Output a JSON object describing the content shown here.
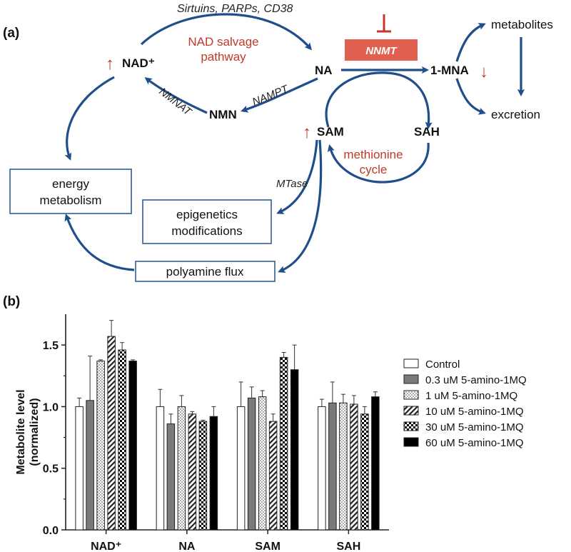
{
  "colors": {
    "arrow": "#1f4e8a",
    "red": "#c0392b",
    "nnmt_fill": "#e06050",
    "box_border": "#2e5f95",
    "text": "#111111"
  },
  "panel_a": {
    "label": "(a)",
    "nodes": {
      "nad": "NAD⁺",
      "na": "NA",
      "nmn": "NMN",
      "mna": "1-MNA",
      "sam": "SAM",
      "sah": "SAH",
      "metabolites": "metabolites",
      "excretion": "excretion",
      "nnmt": "NNMT"
    },
    "enzymes": {
      "sirtuins": "Sirtuins, PARPs, CD38",
      "nmnat": "NMNAT",
      "nampt": "NAMPT",
      "mtase": "MTase"
    },
    "pathways": {
      "salvage_1": "NAD salvage",
      "salvage_2": "pathway",
      "methionine_1": "methionine",
      "methionine_2": "cycle"
    },
    "boxes": {
      "energy_1": "energy",
      "energy_2": "metabolism",
      "epi_1": "epigenetics",
      "epi_2": "modifications",
      "polyamine": "polyamine flux"
    },
    "indicators": {
      "up": "↑",
      "down": "↓",
      "inhibit": "⊥"
    }
  },
  "chart_data": {
    "panel_label": "(b)",
    "type": "bar",
    "categories": [
      "NAD⁺",
      "NA",
      "SAM",
      "SAH"
    ],
    "ylabel_1": "Metabolite level",
    "ylabel_2": "(normalized)",
    "ylim": [
      0,
      1.75
    ],
    "yticks": [
      "0.0",
      "0.5",
      "1.0",
      "1.5"
    ],
    "ytick_values": [
      0,
      0.5,
      1.0,
      1.5
    ],
    "legend_position": "right",
    "series": [
      {
        "name": "Control",
        "pattern": "white",
        "values": [
          1.0,
          1.0,
          1.0,
          1.0
        ],
        "errors": [
          0.07,
          0.14,
          0.2,
          0.06
        ]
      },
      {
        "name": "0.3 uM 5-amino-1MQ",
        "pattern": "gray",
        "values": [
          1.05,
          0.86,
          1.07,
          1.03
        ],
        "errors": [
          0.36,
          0.08,
          0.09,
          0.17
        ]
      },
      {
        "name": "1 uM 5-amino-1MQ",
        "pattern": "dots",
        "values": [
          1.37,
          1.0,
          1.08,
          1.03
        ],
        "errors": [
          0.01,
          0.09,
          0.05,
          0.07
        ]
      },
      {
        "name": "10 uM 5-amino-1MQ",
        "pattern": "hatch",
        "values": [
          1.57,
          0.94,
          0.88,
          1.02
        ],
        "errors": [
          0.13,
          0.02,
          0.06,
          0.07
        ]
      },
      {
        "name": "30 uM 5-amino-1MQ",
        "pattern": "checker",
        "values": [
          1.46,
          0.88,
          1.4,
          0.94
        ],
        "errors": [
          0.06,
          0.01,
          0.04,
          0.06
        ]
      },
      {
        "name": "60 uM 5-amino-1MQ",
        "pattern": "black",
        "values": [
          1.37,
          0.92,
          1.3,
          1.08
        ],
        "errors": [
          0.01,
          0.08,
          0.2,
          0.04
        ]
      }
    ]
  }
}
